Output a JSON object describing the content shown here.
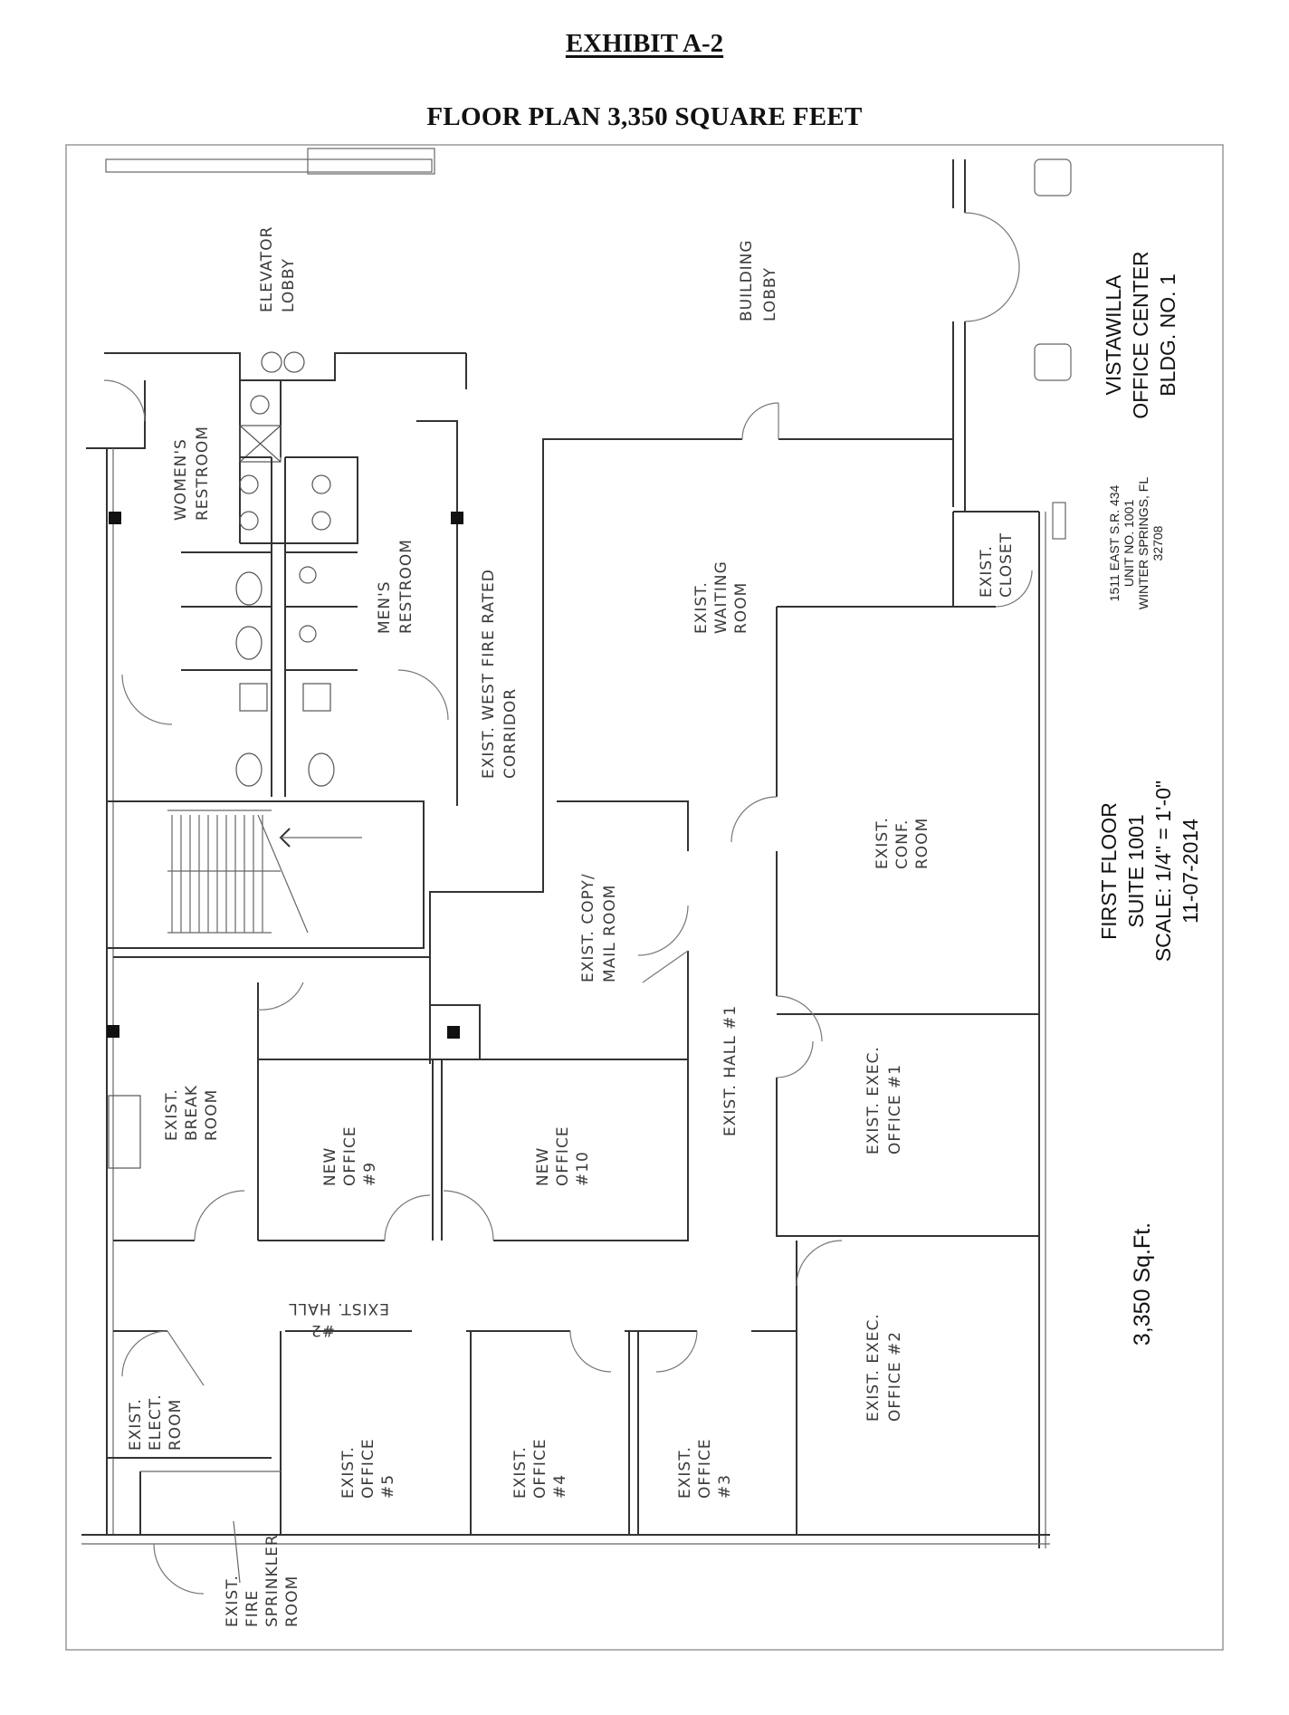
{
  "header": {
    "exhibit": "EXHIBIT A-2",
    "title": "FLOOR PLAN 3,350 SQUARE FEET"
  },
  "building": {
    "name_line1": "VISTAWILLA",
    "name_line2": "OFFICE CENTER",
    "name_line3": "BLDG. NO. 1"
  },
  "address": {
    "line1": "1511 EAST S.R. 434",
    "line2": "UNIT NO. 1001",
    "line3": "WINTER SPRINGS, FL",
    "line4": "32708"
  },
  "plan_info": {
    "floor": "FIRST FLOOR",
    "suite": "SUITE 1001",
    "scale": "SCALE: 1/4\" = 1'-0\"",
    "date": "11-07-2014"
  },
  "area_label": "3,350 Sq.Ft.",
  "rooms": {
    "elevator_lobby": [
      "ELEVATOR",
      "LOBBY"
    ],
    "building_lobby": [
      "BUILDING",
      "LOBBY"
    ],
    "womens_restroom": [
      "WOMEN'S",
      "RESTROOM"
    ],
    "mens_restroom": [
      "MEN'S",
      "RESTROOM"
    ],
    "west_corridor": [
      "EXIST. WEST FIRE RATED",
      "CORRIDOR"
    ],
    "waiting_room": [
      "EXIST.",
      "WAITING",
      "ROOM"
    ],
    "closet": [
      "EXIST.",
      "CLOSET"
    ],
    "conf_room": [
      "EXIST.",
      "CONF.",
      "ROOM"
    ],
    "copy_room": [
      "EXIST. COPY/",
      "MAIL ROOM"
    ],
    "hall_1": [
      "EXIST. HALL #1"
    ],
    "exec_office_1": [
      "EXIST. EXEC.",
      "OFFICE #1"
    ],
    "break_room": [
      "EXIST.",
      "BREAK",
      "ROOM"
    ],
    "new_office_9": [
      "NEW",
      "OFFICE",
      "#9"
    ],
    "new_office_10": [
      "NEW",
      "OFFICE",
      "#10"
    ],
    "hall_2": [
      "EXIST. HALL",
      "#2"
    ],
    "exec_office_2": [
      "EXIST. EXEC.",
      "OFFICE #2"
    ],
    "elect_room": [
      "EXIST.",
      "ELECT.",
      "ROOM"
    ],
    "office_5": [
      "EXIST.",
      "OFFICE",
      "#5"
    ],
    "office_4": [
      "EXIST.",
      "OFFICE",
      "#4"
    ],
    "office_3": [
      "EXIST.",
      "OFFICE",
      "#3"
    ],
    "fire_sprinkler_room": [
      "EXIST.",
      "FIRE",
      "SPRINKLER",
      "ROOM"
    ]
  }
}
